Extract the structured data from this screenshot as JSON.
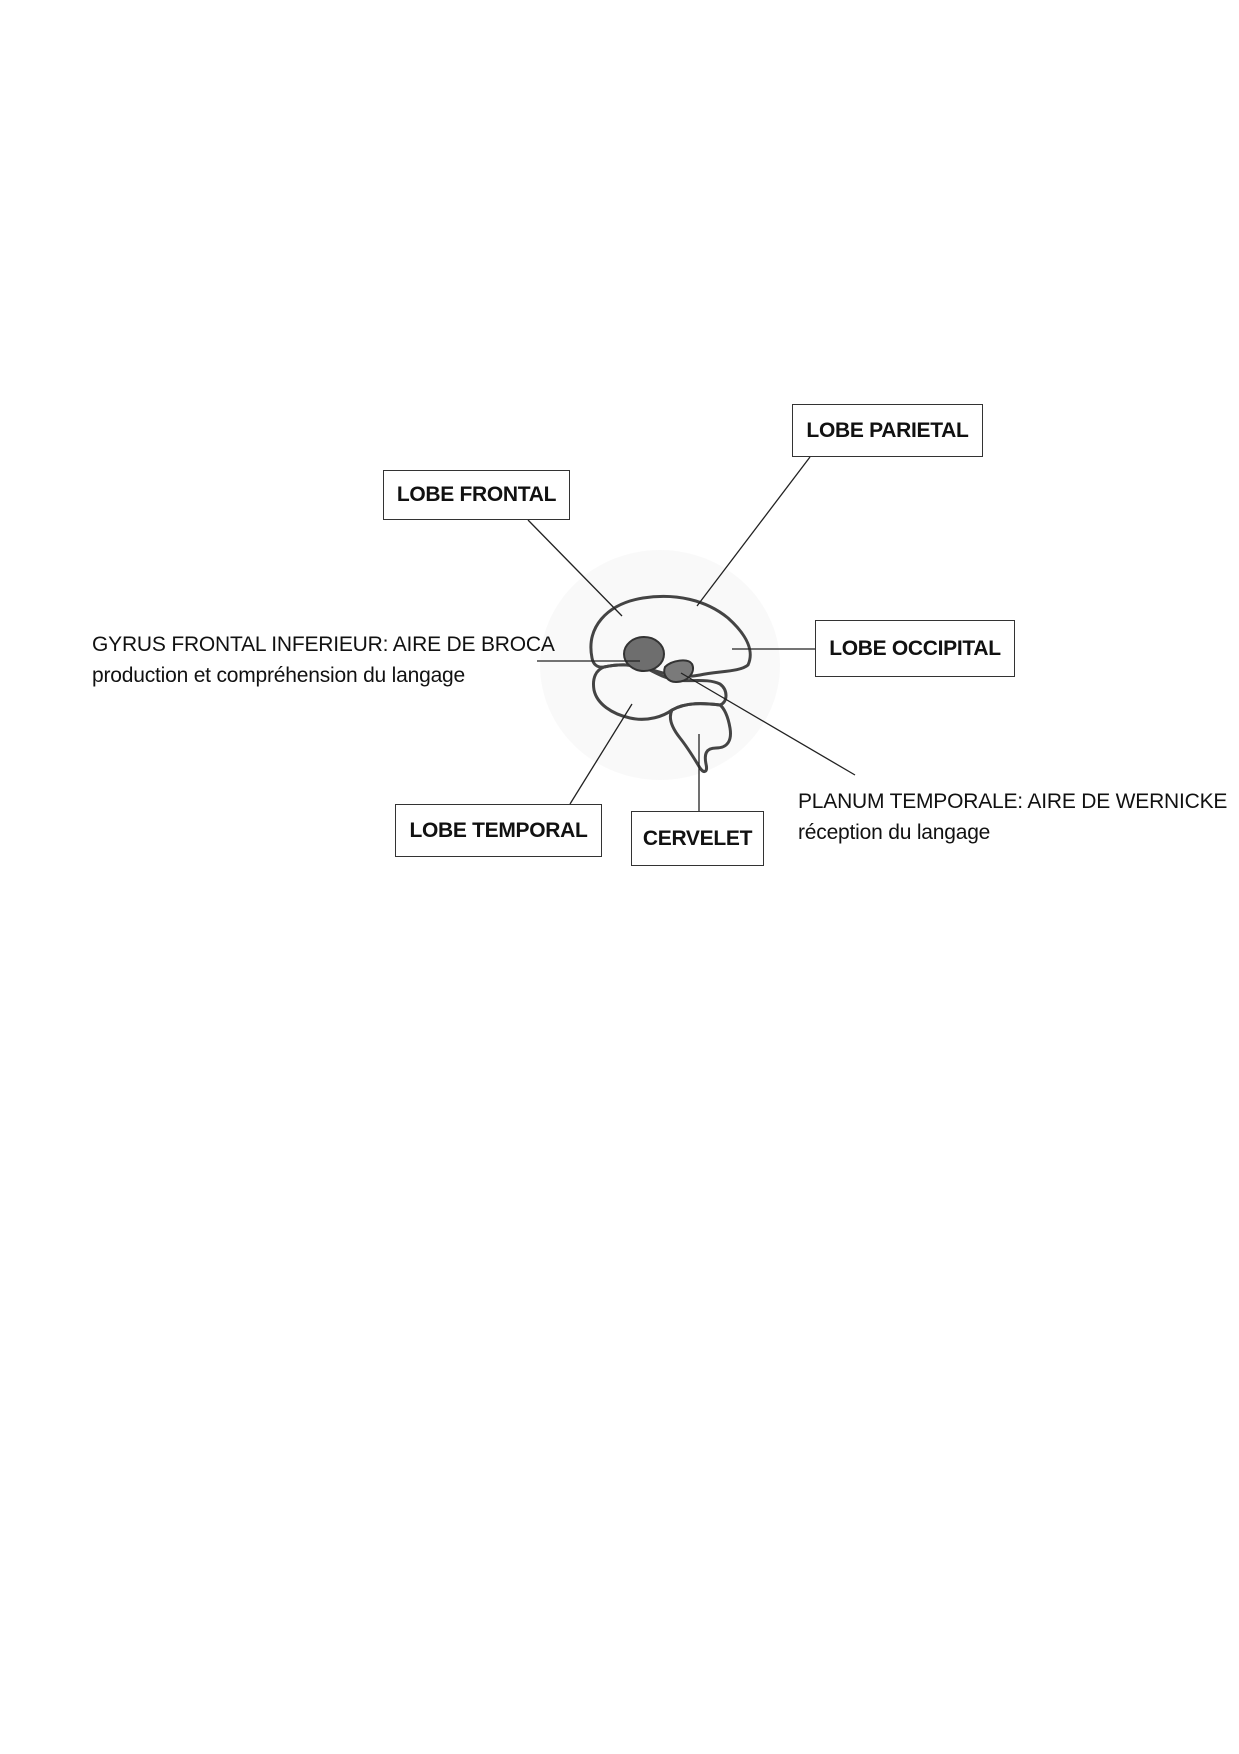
{
  "diagram": {
    "labels": {
      "lobe_parietal": "LOBE PARIETAL",
      "lobe_frontal": "LOBE FRONTAL",
      "lobe_occipital": "LOBE OCCIPITAL",
      "lobe_temporal": "LOBE TEMPORAL",
      "cervelet": "CERVELET"
    },
    "areas": {
      "broca": {
        "title": "GYRUS FRONTAL INFERIEUR: AIRE DE BROCA",
        "description": "production et compréhension du langage"
      },
      "wernicke": {
        "title": "PLANUM TEMPORALE: AIRE DE WERNICKE",
        "description": "réception du langage"
      }
    }
  }
}
